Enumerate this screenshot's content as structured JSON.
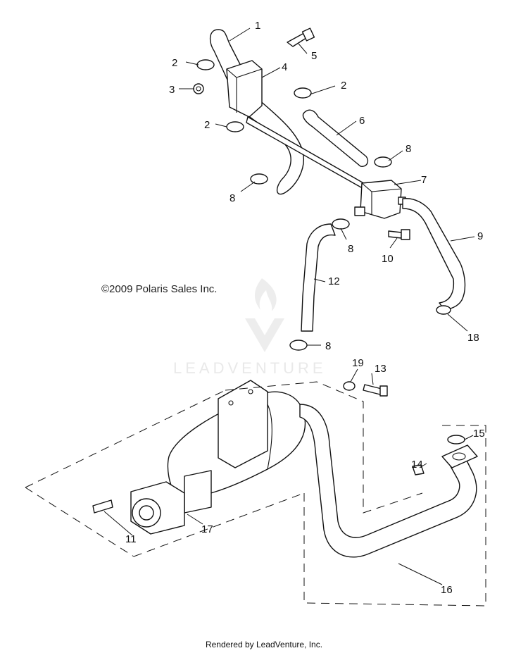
{
  "copyright": "©2009 Polaris Sales Inc.",
  "footer": "Rendered by LeadVenture, Inc.",
  "watermark": "LEADVENTURE",
  "callouts": {
    "c1": "1",
    "c2a": "2",
    "c2b": "2",
    "c2c": "2",
    "c3": "3",
    "c4": "4",
    "c5": "5",
    "c6": "6",
    "c7": "7",
    "c8a": "8",
    "c8b": "8",
    "c8c": "8",
    "c8d": "8",
    "c9": "9",
    "c10": "10",
    "c11": "11",
    "c12": "12",
    "c13": "13",
    "c14": "14",
    "c15": "15",
    "c16": "16",
    "c17": "17",
    "c18": "18",
    "c19": "19"
  }
}
